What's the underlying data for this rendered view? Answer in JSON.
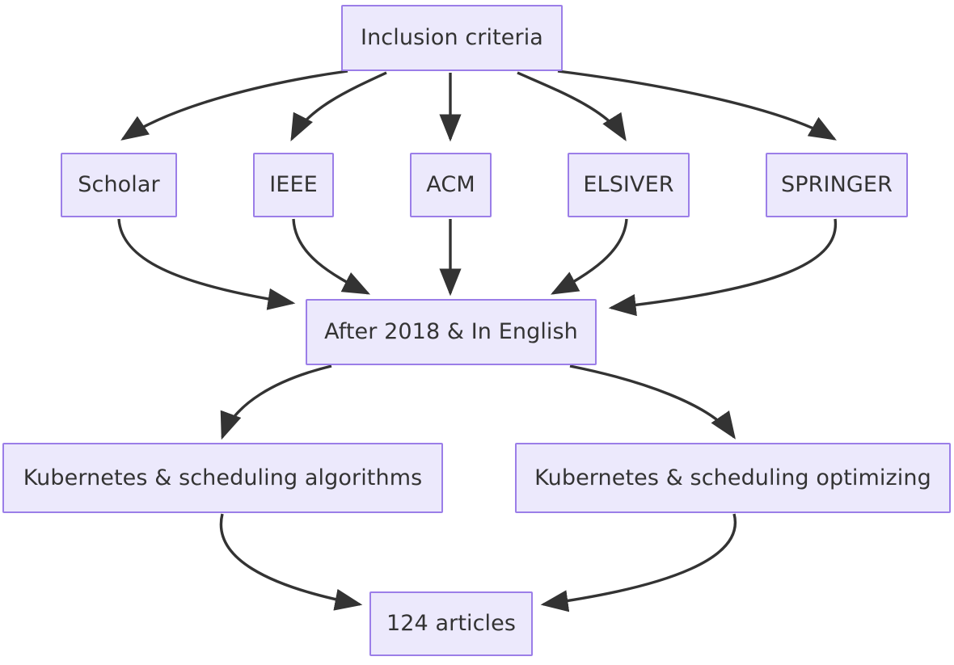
{
  "diagram": {
    "type": "flowchart",
    "direction": "top-down",
    "background_color": "#FFFFFF",
    "node_fill_color": "#ECE9FC",
    "node_border_color": "#9B7EE8",
    "edge_color": "#333333",
    "text_color": "#333333",
    "nodes": {
      "inclusion": {
        "label": "Inclusion criteria"
      },
      "scholar": {
        "label": "Scholar"
      },
      "ieee": {
        "label": "IEEE"
      },
      "acm": {
        "label": "ACM"
      },
      "elsiver": {
        "label": "ELSIVER"
      },
      "springer": {
        "label": "SPRINGER"
      },
      "filter": {
        "label": "After 2018 & In English"
      },
      "algorithms": {
        "label": "Kubernetes & scheduling algorithms"
      },
      "optimizing": {
        "label": "Kubernetes & scheduling optimizing"
      },
      "result": {
        "label": "124 articles"
      }
    },
    "edges": [
      {
        "from": "inclusion",
        "to": "scholar",
        "style": "curved"
      },
      {
        "from": "inclusion",
        "to": "ieee",
        "style": "curved"
      },
      {
        "from": "inclusion",
        "to": "acm",
        "style": "straight"
      },
      {
        "from": "inclusion",
        "to": "elsiver",
        "style": "curved"
      },
      {
        "from": "inclusion",
        "to": "springer",
        "style": "curved"
      },
      {
        "from": "scholar",
        "to": "filter",
        "style": "curved"
      },
      {
        "from": "ieee",
        "to": "filter",
        "style": "curved"
      },
      {
        "from": "acm",
        "to": "filter",
        "style": "straight"
      },
      {
        "from": "elsiver",
        "to": "filter",
        "style": "curved"
      },
      {
        "from": "springer",
        "to": "filter",
        "style": "curved"
      },
      {
        "from": "filter",
        "to": "algorithms",
        "style": "curved"
      },
      {
        "from": "filter",
        "to": "optimizing",
        "style": "curved"
      },
      {
        "from": "algorithms",
        "to": "result",
        "style": "curved"
      },
      {
        "from": "optimizing",
        "to": "result",
        "style": "curved"
      }
    ]
  }
}
